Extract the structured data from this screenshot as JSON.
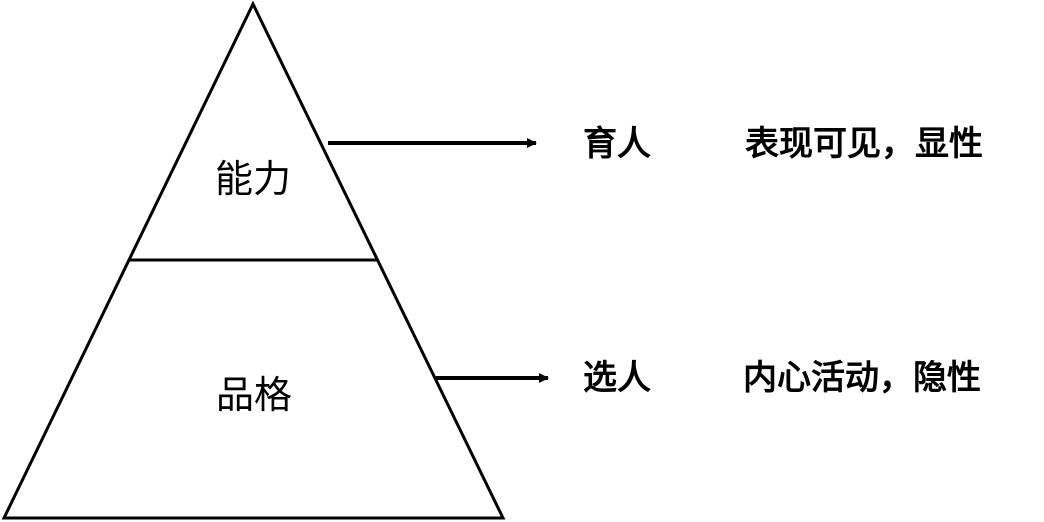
{
  "pyramid": {
    "top_layer": "能力",
    "bottom_layer": "品格"
  },
  "annotations": [
    {
      "action": "育人",
      "description": "表现可见，显性"
    },
    {
      "action": "选人",
      "description": "内心活动，隐性"
    }
  ],
  "colors": {
    "stroke": "#000000",
    "background": "#ffffff"
  }
}
